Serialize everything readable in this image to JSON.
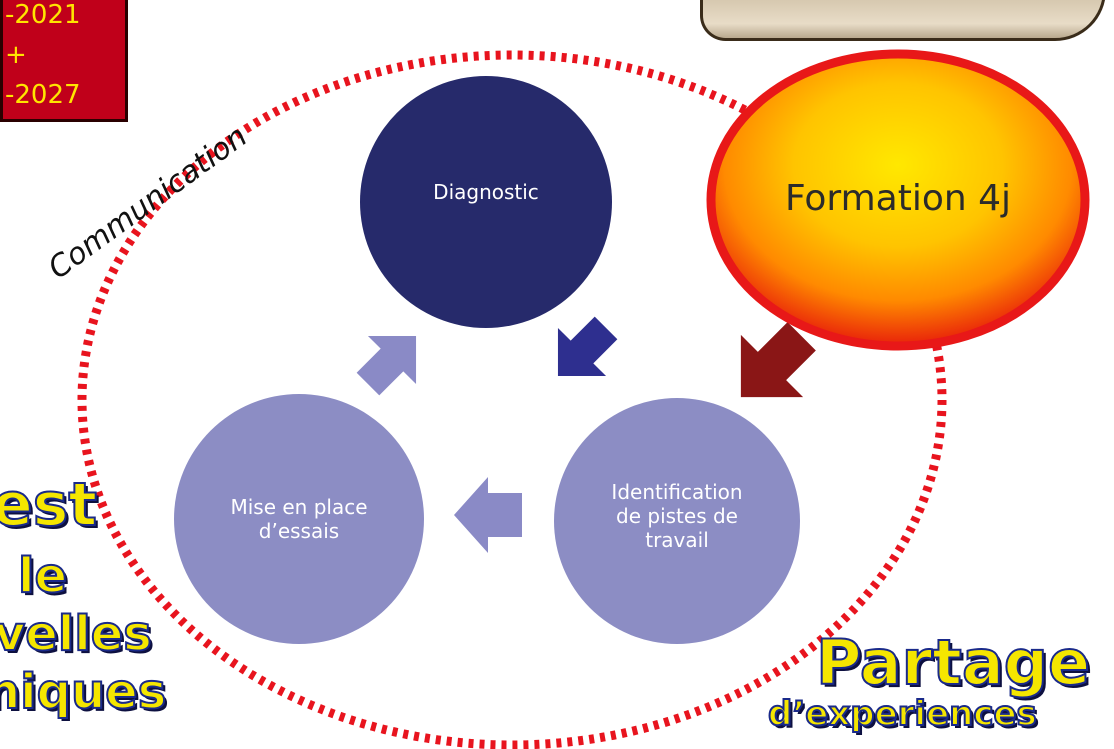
{
  "top_left_box": {
    "lines": [
      "-2021",
      "+",
      "-2027"
    ]
  },
  "cycle": {
    "diagnostic": "Diagnostic",
    "identification": [
      "Identification",
      "de pistes de",
      "travail"
    ],
    "mise_en_place": [
      "Mise en place",
      "d’essais"
    ]
  },
  "formation": "Formation 4j",
  "communication": "Communication",
  "left_words": [
    "est",
    "le",
    "velles",
    "niques"
  ],
  "partage": {
    "title": "Partage",
    "subtitle": "d’experiences"
  },
  "colors": {
    "dark_navy": "#262a6b",
    "lavender": "#8c8dc4",
    "arrow_navy": "#2e2f8f",
    "arrow_light": "#8a8ac6",
    "arrow_red": "#8a1616",
    "dotted_red": "#e8141e",
    "formation_ring": "#e81818"
  }
}
